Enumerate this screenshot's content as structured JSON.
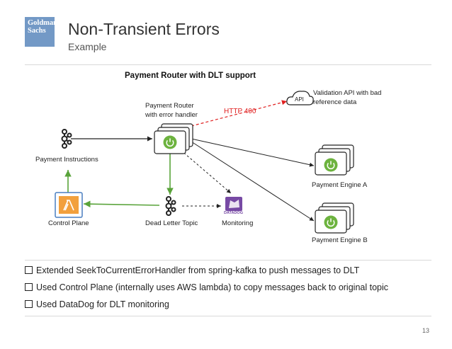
{
  "logo_text": "Goldman Sachs",
  "header": {
    "title": "Non-Transient Errors",
    "subtitle": "Example"
  },
  "diagram": {
    "title": "Payment Router with DLT support",
    "router_label_1": "Payment Router",
    "router_label_2": "with error handler",
    "http_label": "HTTP 400",
    "validation_label_1": "Validation API with bad",
    "validation_label_2": "reference data",
    "api_badge": "API",
    "payment_instructions": "Payment Instructions",
    "engine_a": "Payment Engine A",
    "engine_b": "Payment Engine B",
    "control_plane": "Control Plane",
    "dead_letter_topic": "Dead Letter Topic",
    "monitoring": "Monitoring",
    "datadog_badge": "DATADOG"
  },
  "bullets": [
    "Extended SeekToCurrentErrorHandler from spring-kafka to push messages to DLT",
    "Used Control Plane (internally uses AWS lambda) to copy messages back to original topic",
    "Used DataDog for DLT monitoring"
  ],
  "page_number": "13",
  "colors": {
    "spring_green": "#6db33f",
    "arrow_green": "#59a33a",
    "error_red": "#e02020",
    "aws_orange": "#f2a03d",
    "logo_blue": "#7399c6"
  }
}
